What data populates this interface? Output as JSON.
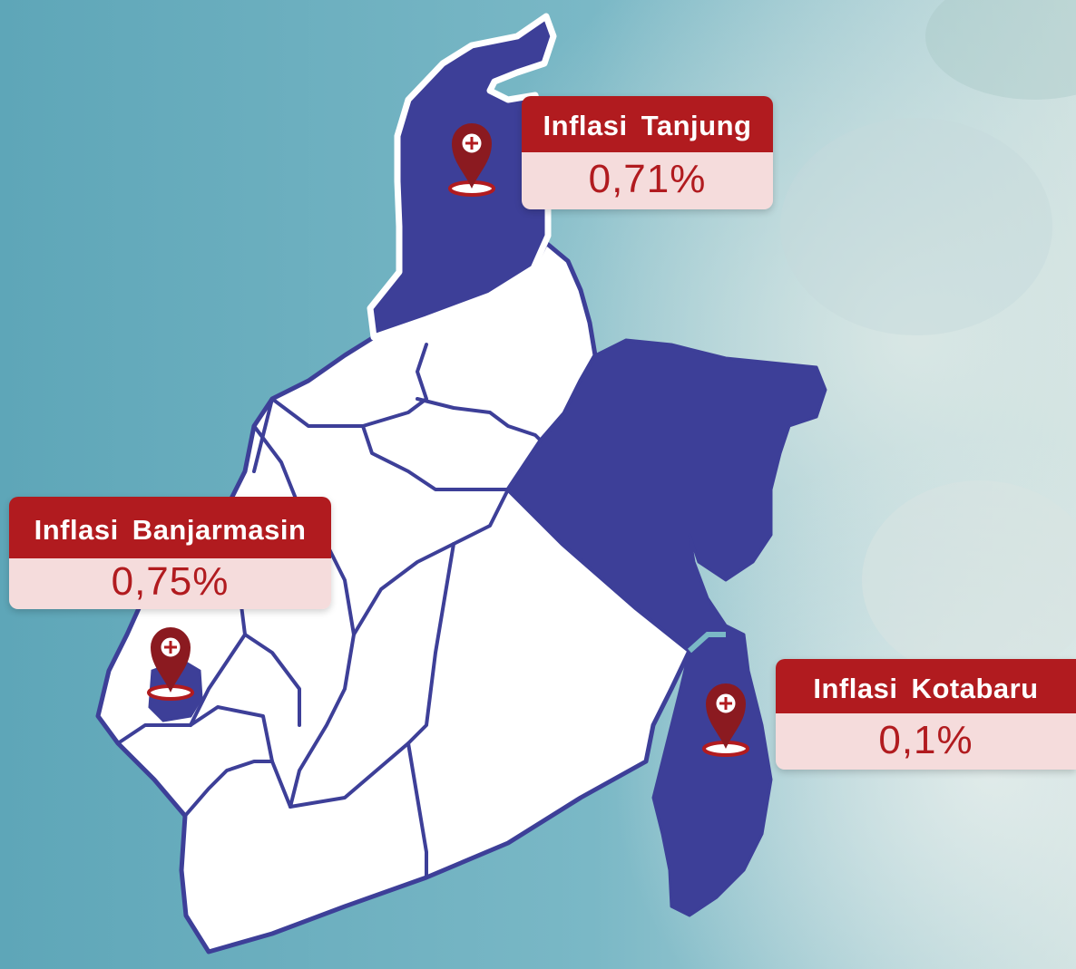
{
  "colors": {
    "background_teal": "#6fb1c2",
    "highlight_region": "#3d3f98",
    "region_fill": "#ffffff",
    "border": "#3d3f98",
    "label_header": "#b11b1f",
    "label_value_bg": "#f5dcdc",
    "pin": "#b11b1f"
  },
  "callouts": {
    "tanjung": {
      "label": "Inflasi Tanjung",
      "value": "0,71%"
    },
    "banjarmasin": {
      "label": "Inflasi Banjarmasin",
      "value": "0,75%"
    },
    "kotabaru": {
      "label": "Inflasi Kotabaru",
      "value": "0,1%"
    }
  },
  "icons": {
    "pin": "location-pin-icon"
  }
}
